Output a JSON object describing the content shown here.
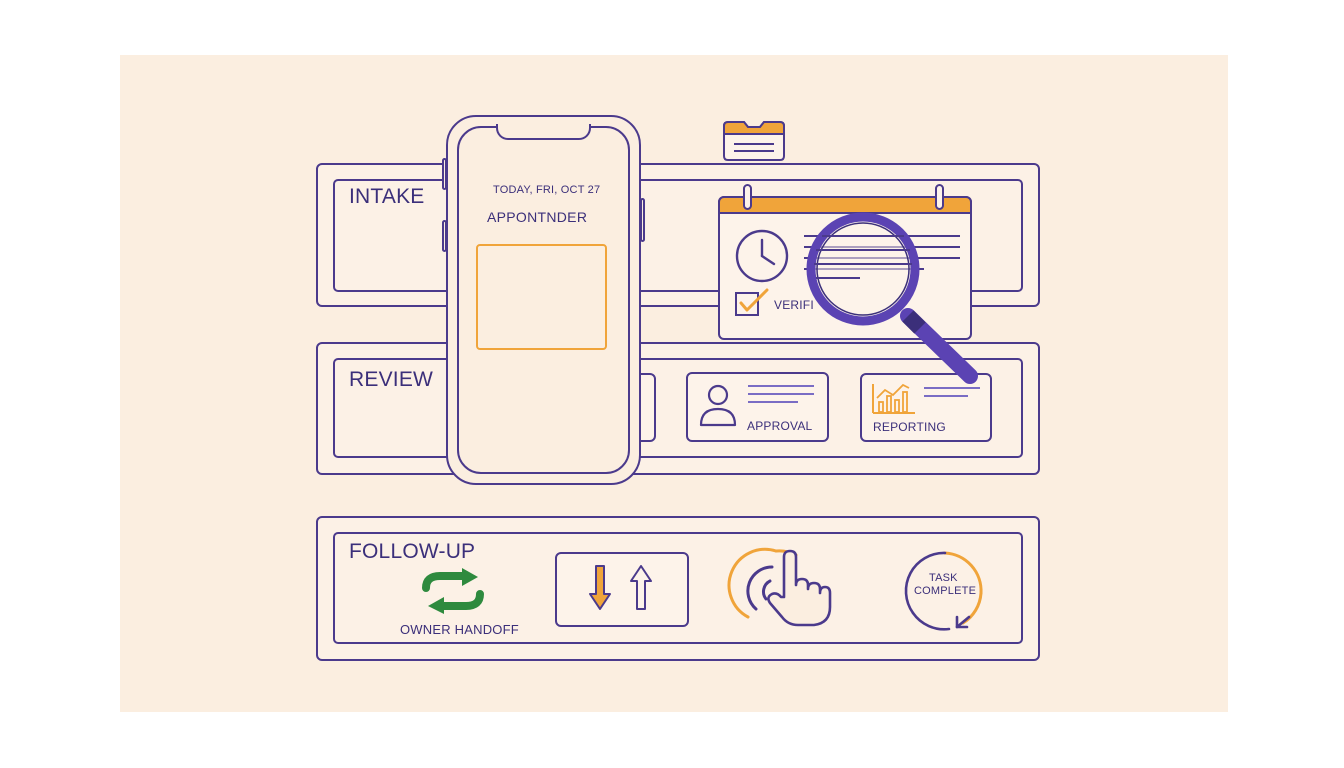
{
  "lanes": {
    "intake": {
      "title": "INTAKE"
    },
    "review": {
      "title": "REVIEW"
    },
    "followup": {
      "title": "FOLLOW-UP"
    }
  },
  "phone": {
    "date": "TODAY, FRI, OCT 27",
    "heading": "APPONTNDER"
  },
  "calendar_card": {
    "verify_label": "VERIFI"
  },
  "review_cards": {
    "approval": "APPROVAL",
    "reporting": "REPORTING"
  },
  "followup_items": {
    "handoff": "OWNER HANDOFF",
    "task_line1": "TASK",
    "task_line2": "COMPLETE"
  },
  "colors": {
    "purple": "#4b3a8c",
    "orange": "#f0a43a",
    "green": "#2e8a3e",
    "background": "#fbeee0"
  }
}
